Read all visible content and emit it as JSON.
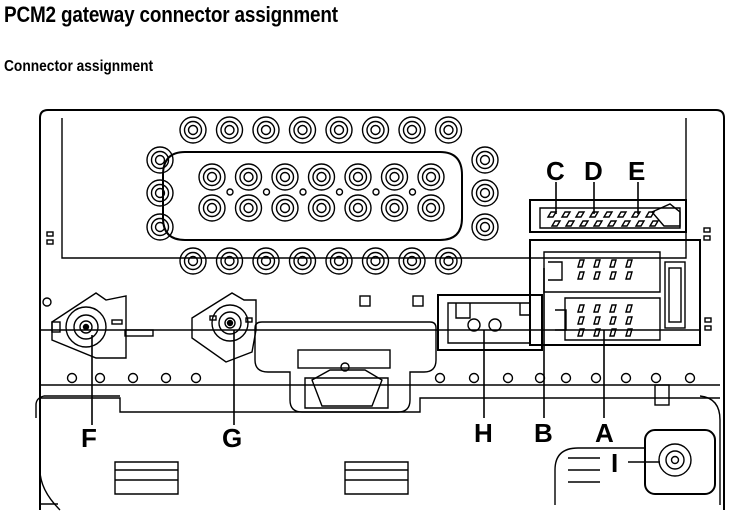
{
  "title": "PCM2 gateway connector assignment",
  "subtitle": "Connector assignment",
  "labels": {
    "A": "A",
    "B": "B",
    "C": "C",
    "D": "D",
    "E": "E",
    "F": "F",
    "G": "G",
    "H": "H",
    "I": "I"
  },
  "colors": {
    "line": "#000000",
    "background": "#ffffff"
  }
}
